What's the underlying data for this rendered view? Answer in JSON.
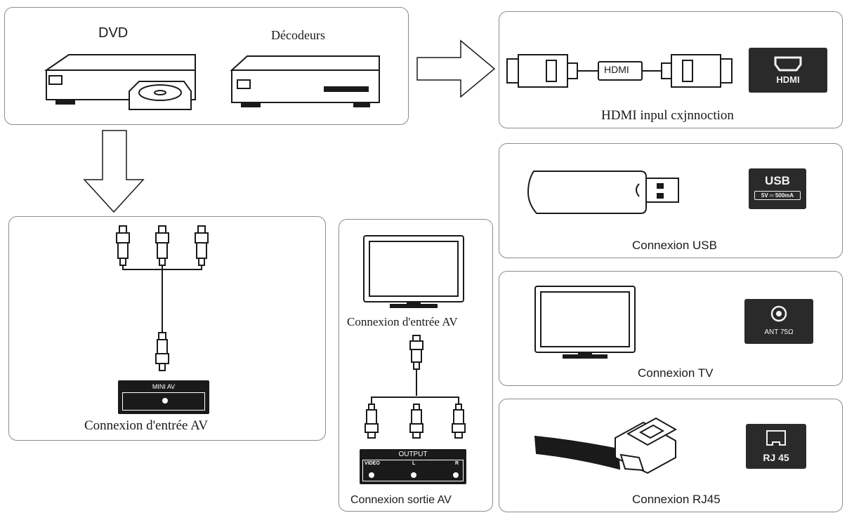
{
  "sources": {
    "dvd_label": "DVD",
    "decoder_label": "Décodeurs"
  },
  "hdmi": {
    "cable_label": "HDMI",
    "port_label": "HDMI",
    "caption": "HDMI inpul cxjnnoction"
  },
  "usb": {
    "port_label": "USB",
    "port_sublabel": "5V ═ 500mA",
    "caption": "Connexion USB"
  },
  "tv": {
    "port_label": "ANT 75Ω",
    "caption": "Connexion TV"
  },
  "rj45": {
    "port_label": "RJ 45",
    "caption": "Connexion RJ45"
  },
  "mini_av": {
    "port_label": "MINI AV",
    "caption": "Connexion d'entrée AV"
  },
  "av_out": {
    "input_caption": "Connexion d'entrée AV",
    "panel_title": "OUTPUT",
    "jack_labels": [
      "VIDEO",
      "L",
      "R"
    ],
    "caption": "Connexion sortie AV"
  },
  "colors": {
    "line": "#1a1a1a",
    "panel_border": "#8c8c8c",
    "badge_bg": "#2a2a2a"
  }
}
